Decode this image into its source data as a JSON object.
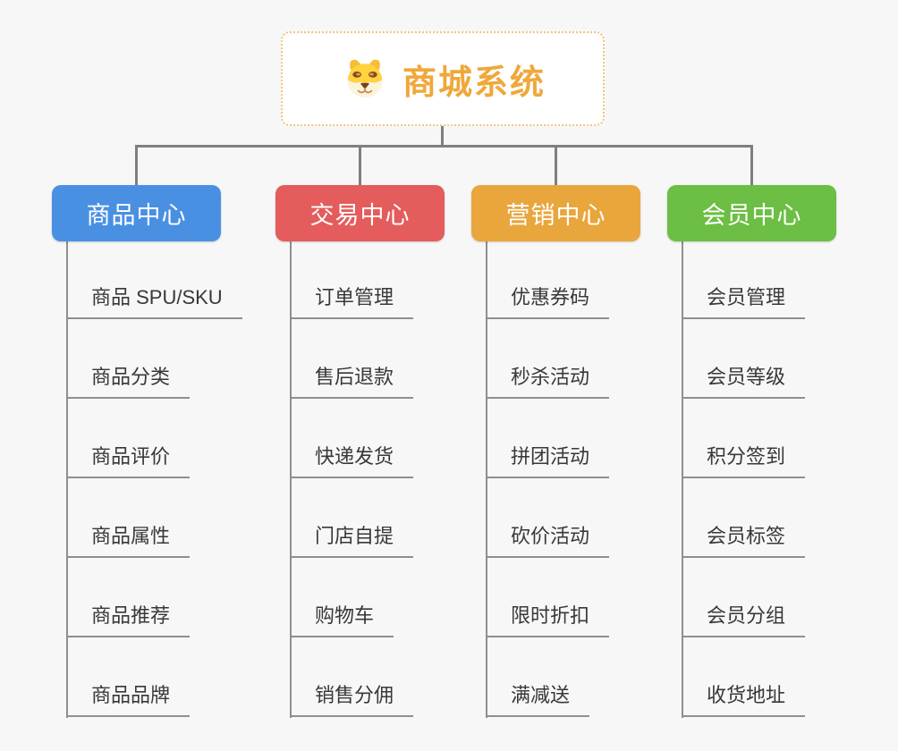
{
  "root": {
    "title": "商城系统",
    "icon": "dog-face-icon",
    "title_color": "#efa83a",
    "border_color": "#f2c57d"
  },
  "colors": {
    "background": "#f7f7f7",
    "connector": "#7f7f7f",
    "underline": "#8f8f8f",
    "leaf_text": "#383838"
  },
  "branches": [
    {
      "label": "商品中心",
      "color": "#4a90e2",
      "items": [
        "商品 SPU/SKU",
        "商品分类",
        "商品评价",
        "商品属性",
        "商品推荐",
        "商品品牌"
      ]
    },
    {
      "label": "交易中心",
      "color": "#e45c5c",
      "items": [
        "订单管理",
        "售后退款",
        "快递发货",
        "门店自提",
        "购物车",
        "销售分佣"
      ]
    },
    {
      "label": "营销中心",
      "color": "#e9a63c",
      "items": [
        "优惠券码",
        "秒杀活动",
        "拼团活动",
        "砍价活动",
        "限时折扣",
        "满减送"
      ]
    },
    {
      "label": "会员中心",
      "color": "#6cbe44",
      "items": [
        "会员管理",
        "会员等级",
        "积分签到",
        "会员标签",
        "会员分组",
        "收货地址"
      ]
    }
  ]
}
